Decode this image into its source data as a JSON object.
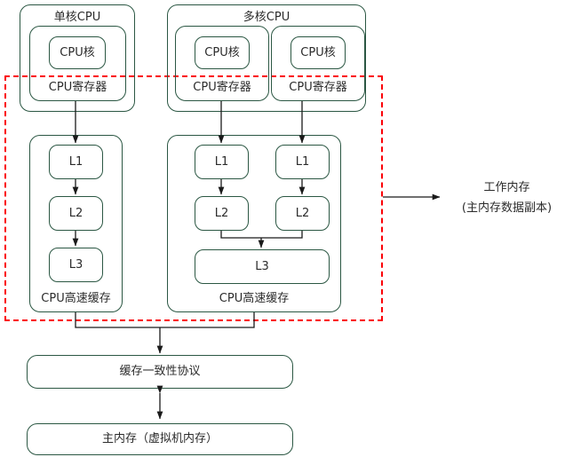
{
  "diagram": {
    "title_hidden": "",
    "colors": {
      "box_border": "#2b5743",
      "dashed_boundary": "#fb0007",
      "arrow": "#1a1a1a",
      "text": "#2b2b2b",
      "background": "#ffffff"
    },
    "single_core": {
      "title": "单核CPU",
      "register_label": "CPU寄存器",
      "core_label": "CPU核",
      "cache_label": "CPU高速缓存",
      "cache_levels": [
        "L1",
        "L2",
        "L3"
      ]
    },
    "multi_core": {
      "title": "多核CPU",
      "cores": [
        {
          "core_label": "CPU核",
          "register_label": "CPU寄存器",
          "levels": [
            "L1",
            "L2"
          ]
        },
        {
          "core_label": "CPU核",
          "register_label": "CPU寄存器",
          "levels": [
            "L1",
            "L2"
          ]
        }
      ],
      "shared_cache_label": "L3",
      "cache_label": "CPU高速缓存"
    },
    "annotation": {
      "line1": "工作内存",
      "line2": "(主内存数据副本)"
    },
    "bottom": {
      "coherence_label": "缓存一致性协议",
      "main_memory_label": "主内存（虚拟机内存）"
    }
  }
}
